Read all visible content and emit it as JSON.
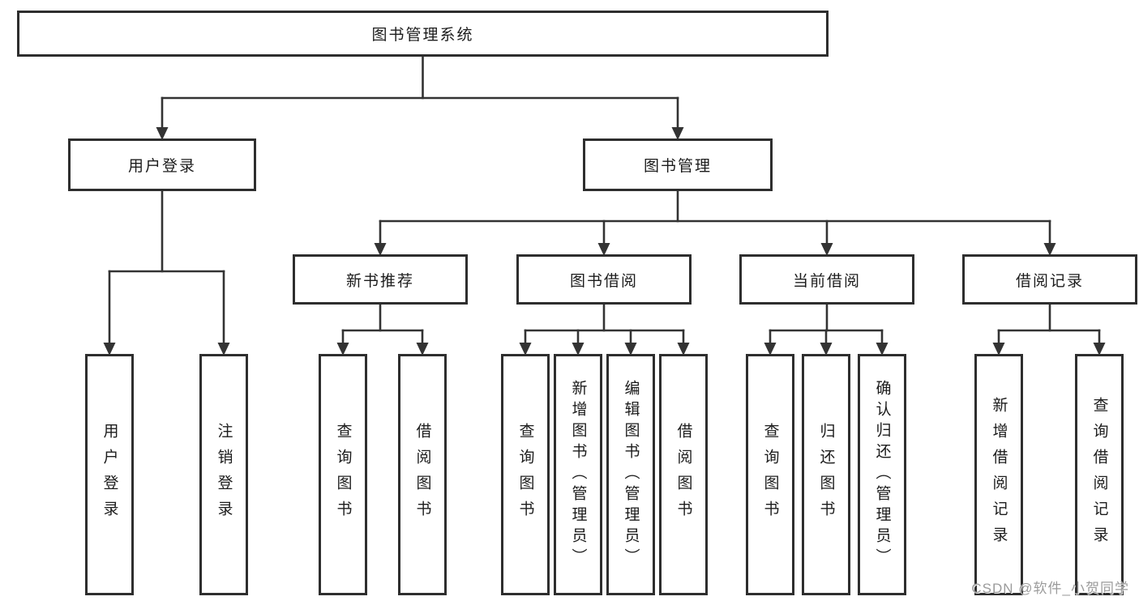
{
  "diagram": {
    "type": "hierarchy",
    "colors": {
      "line": "#333333",
      "border": "#2e2e2e",
      "text": "#1c1c1c",
      "bg": "#ffffff",
      "watermark": "#9b9b9b"
    },
    "nodes": {
      "root": {
        "label": "图书管理系统"
      },
      "user_login": {
        "label": "用户登录"
      },
      "book_mgmt": {
        "label": "图书管理"
      },
      "new_book_rec": {
        "label": "新书推荐"
      },
      "book_borrow": {
        "label": "图书借阅"
      },
      "current_borrow": {
        "label": "当前借阅"
      },
      "borrow_records": {
        "label": "借阅记录"
      },
      "leaf_user_login": {
        "label": "用户登录"
      },
      "leaf_logout": {
        "label": "注销登录"
      },
      "leaf_query_books_1": {
        "label": "查询图书"
      },
      "leaf_borrow_books_1": {
        "label": "借阅图书"
      },
      "leaf_query_books_2": {
        "label": "查询图书"
      },
      "leaf_add_books": {
        "label": "新增图书（管理员）"
      },
      "leaf_edit_books": {
        "label": "编辑图书（管理员）"
      },
      "leaf_borrow_books_2": {
        "label": "借阅图书"
      },
      "leaf_query_books_3": {
        "label": "查询图书"
      },
      "leaf_return_books": {
        "label": "归还图书"
      },
      "leaf_confirm_return": {
        "label": "确认归还（管理员）"
      },
      "leaf_add_record": {
        "label": "新增借阅记录"
      },
      "leaf_query_record": {
        "label": "查询借阅记录"
      }
    },
    "edges": [
      {
        "parent": "root",
        "children": [
          "user_login",
          "book_mgmt"
        ]
      },
      {
        "parent": "user_login",
        "children": [
          "leaf_user_login",
          "leaf_logout"
        ]
      },
      {
        "parent": "book_mgmt",
        "children": [
          "new_book_rec",
          "book_borrow",
          "current_borrow",
          "borrow_records"
        ]
      },
      {
        "parent": "new_book_rec",
        "children": [
          "leaf_query_books_1",
          "leaf_borrow_books_1"
        ]
      },
      {
        "parent": "book_borrow",
        "children": [
          "leaf_query_books_2",
          "leaf_add_books",
          "leaf_edit_books",
          "leaf_borrow_books_2"
        ]
      },
      {
        "parent": "current_borrow",
        "children": [
          "leaf_query_books_3",
          "leaf_return_books",
          "leaf_confirm_return"
        ]
      },
      {
        "parent": "borrow_records",
        "children": [
          "leaf_add_record",
          "leaf_query_record"
        ]
      }
    ],
    "watermark": "CSDN @软件_小贺同学"
  }
}
